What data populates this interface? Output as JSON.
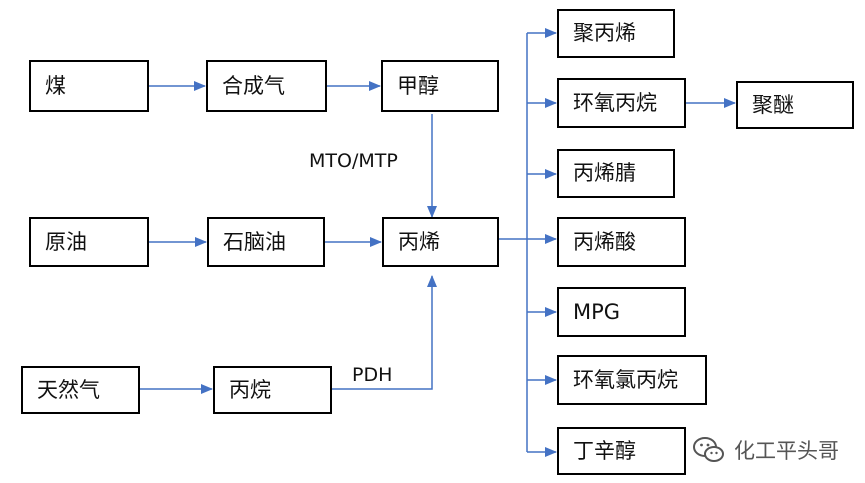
{
  "colors": {
    "arrow": "#4472C4",
    "box_border": "#000000",
    "text": "#111111",
    "watermark": "#555555"
  },
  "nodes": {
    "coal": "煤",
    "syngas": "合成气",
    "methanol": "甲醇",
    "crude_oil": "原油",
    "naphtha": "石脑油",
    "propylene": "丙烯",
    "natural_gas": "天然气",
    "propane": "丙烷",
    "polypropylene": "聚丙烯",
    "propylene_oxide": "环氧丙烷",
    "polyether": "聚醚",
    "acrylonitrile": "丙烯腈",
    "acrylic_acid": "丙烯酸",
    "mpg": "MPG",
    "epichlorohydrin": "环氧氯丙烷",
    "butyloctanol": "丁辛醇"
  },
  "labels": {
    "mto_mtp": "MTO/MTP",
    "pdh": "PDH"
  },
  "watermark": {
    "icon": "wechat-icon",
    "text": "化工平头哥"
  }
}
